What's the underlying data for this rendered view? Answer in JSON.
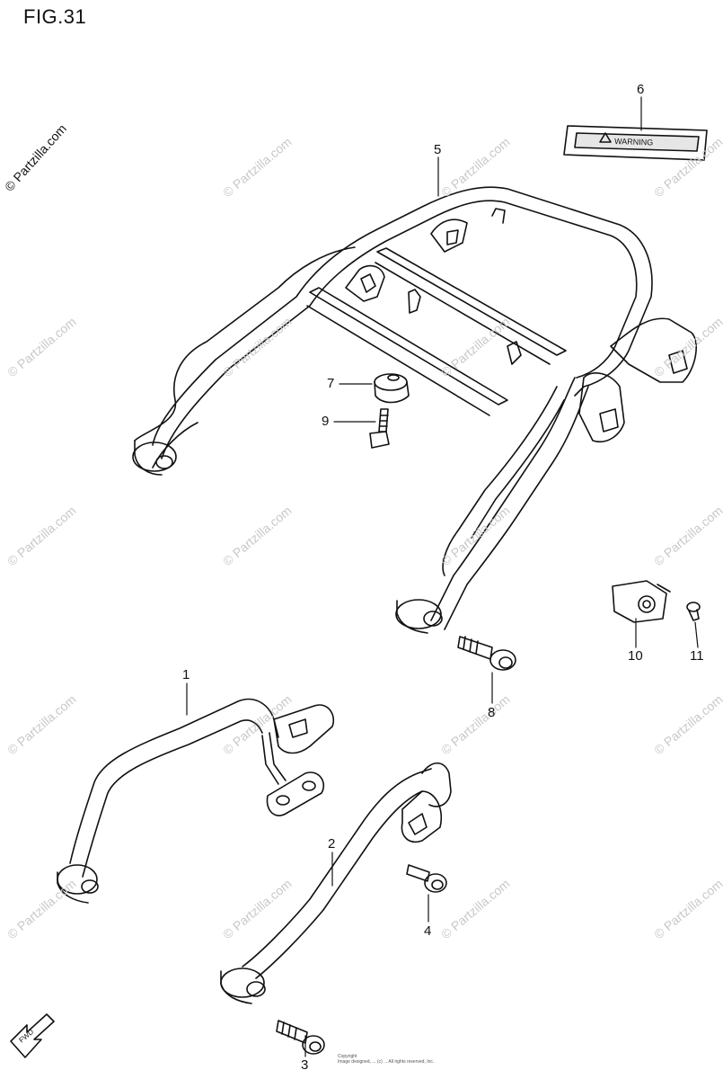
{
  "figure": {
    "title": "FIG.31",
    "side_watermark": "© Partzilla.com",
    "watermark_text": "© Partzilla.com",
    "warning_label_text": "WARNING",
    "fwd_label": "FWD",
    "copyright_line1": "Copyright",
    "copyright_line2": "Image designed, ... (c) ... All rights reserved, Inc."
  },
  "callouts": [
    {
      "id": "1",
      "label": "1"
    },
    {
      "id": "2",
      "label": "2"
    },
    {
      "id": "3",
      "label": "3"
    },
    {
      "id": "4",
      "label": "4"
    },
    {
      "id": "5",
      "label": "5"
    },
    {
      "id": "6",
      "label": "6"
    },
    {
      "id": "7",
      "label": "7"
    },
    {
      "id": "8",
      "label": "8"
    },
    {
      "id": "9",
      "label": "9"
    },
    {
      "id": "10",
      "label": "10"
    },
    {
      "id": "11",
      "label": "11"
    }
  ],
  "colors": {
    "line": "#111111",
    "watermark": "#c8c8c8",
    "label_fill": "#d9d9d9"
  }
}
